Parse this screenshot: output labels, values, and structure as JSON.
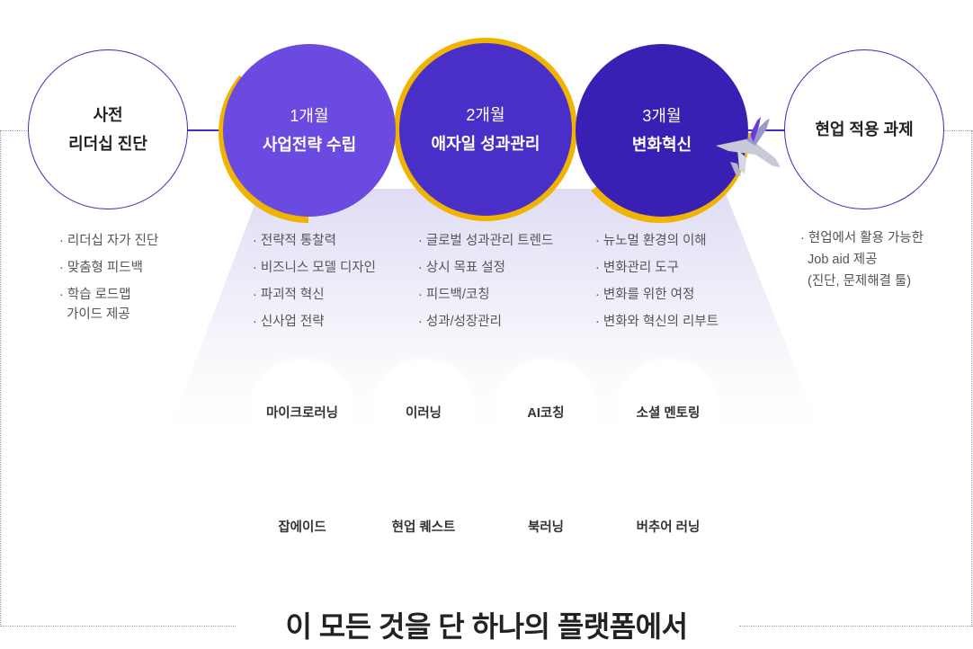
{
  "colors": {
    "accent_gold": "#f0b400",
    "month1_fill": "#6a4ae0",
    "month2_fill": "#4a2ec8",
    "month3_fill": "#3a1fb4",
    "outline_border": "#3b2bb0",
    "frame_dotted": "#9b9fc4"
  },
  "stages": {
    "pre": {
      "line1": "사전",
      "line2": "리더십 진단"
    },
    "month1": {
      "title": "1개월",
      "subtitle": "사업전략 수립"
    },
    "month2": {
      "title": "2개월",
      "subtitle": "애자일 성과관리"
    },
    "month3": {
      "title": "3개월",
      "subtitle": "변화혁신"
    },
    "post": {
      "title": "현업 적용 과제"
    }
  },
  "lists": {
    "pre": [
      "리더십 자가 진단",
      "맞춤형 피드백",
      "학습 로드맵"
    ],
    "pre_continuation": "가이드 제공",
    "month1": [
      "전략적 통찰력",
      "비즈니스 모델 디자인",
      "파괴적 혁신",
      "신사업 전략"
    ],
    "month2": [
      "글로벌 성과관리 트렌드",
      "상시 목표 설정",
      "피드백/코칭",
      "성과/성장관리"
    ],
    "month3": [
      "뉴노멀 환경의 이해",
      "변화관리 도구",
      "변화를 위한 여정",
      "변화와 혁신의 리부트"
    ],
    "post": [
      "현업에서 활용 가능한"
    ],
    "post_continuation": [
      "Job aid 제공",
      "(진단, 문제해결 툴)"
    ]
  },
  "methods_circles": [
    "마이크로러닝",
    "이러닝",
    "AI코칭",
    "소셜 멘토링"
  ],
  "methods_plain": [
    "잡에이드",
    "현업 퀘스트",
    "북러닝",
    "버추어 러닝"
  ],
  "headline": "이 모든 것을 단 하나의 플랫폼에서",
  "icons": {
    "airplane": "airplane-icon"
  }
}
